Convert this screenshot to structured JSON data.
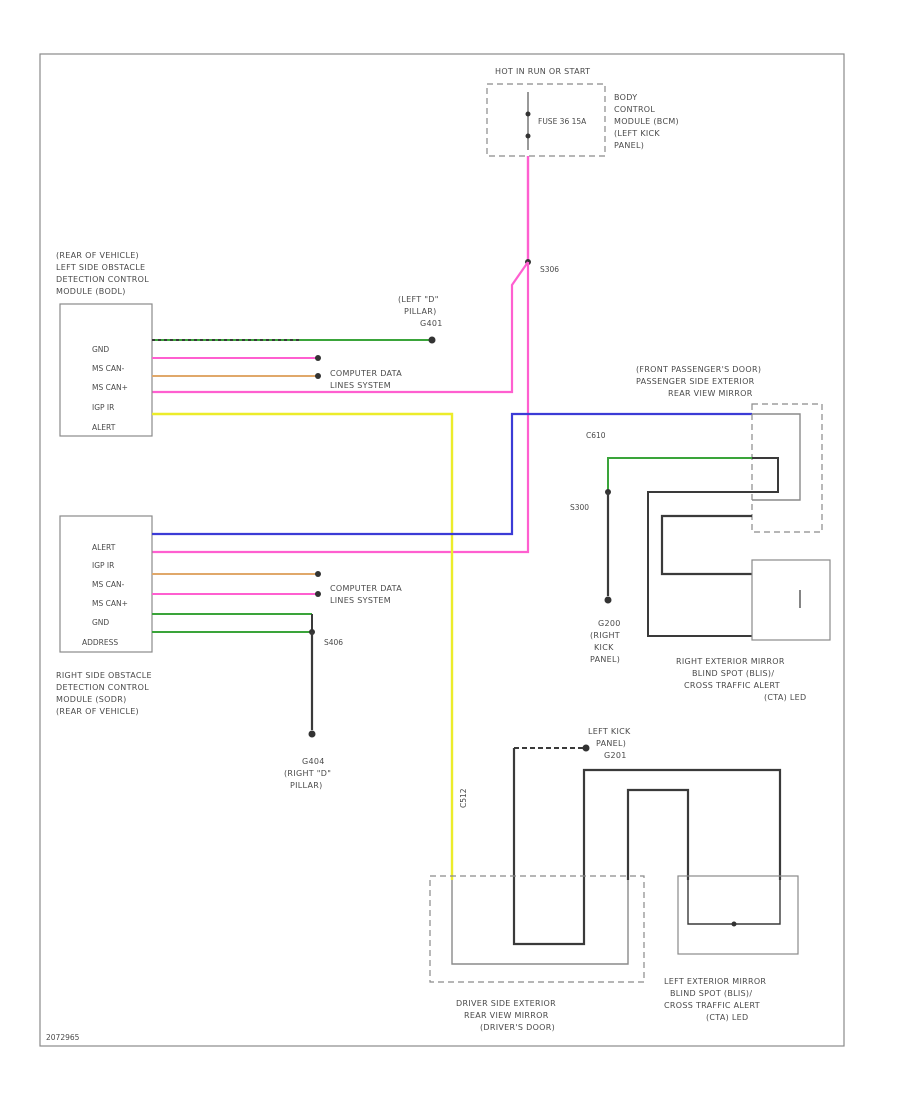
{
  "diagram": {
    "hot_label": "HOT IN RUN OR START",
    "fuse_label": "FUSE 36 15A",
    "bcm_label": [
      "BODY",
      "CONTROL",
      "MODULE (BCM)",
      "(LEFT KICK",
      "PANEL)"
    ],
    "splice_top": "S306",
    "left_module_label": [
      "(REAR OF VEHICLE)",
      "LEFT SIDE OBSTACLE",
      "DETECTION CONTROL",
      "MODULE (BODL)"
    ],
    "left_module_pins": [
      "GND",
      "MS CAN-",
      "MS CAN+",
      "IGP IR",
      "ALERT"
    ],
    "left_pillar_ground": [
      "(LEFT \"D\"",
      "PILLAR)",
      "G401"
    ],
    "computer_data_1": [
      "COMPUTER DATA",
      "LINES SYSTEM"
    ],
    "right_module_pins": [
      "ALERT",
      "IGP IR",
      "MS CAN-",
      "MS CAN+",
      "GND",
      "ADDRESS"
    ],
    "computer_data_2": [
      "COMPUTER DATA",
      "LINES SYSTEM"
    ],
    "right_module_label": [
      "RIGHT SIDE OBSTACLE",
      "DETECTION CONTROL",
      "MODULE (SODR)",
      "(REAR OF VEHICLE)"
    ],
    "splice_s406": "S406",
    "g404_label": [
      "G404",
      "(RIGHT \"D\"",
      "PILLAR)"
    ],
    "pass_mirror_label": [
      "(FRONT PASSENGER'S DOOR)",
      "PASSENGER SIDE EXTERIOR",
      "REAR VIEW MIRROR"
    ],
    "c610": "C610",
    "s300": "S300",
    "g200_label": [
      "G200",
      "(RIGHT",
      "KICK",
      "PANEL)"
    ],
    "right_blis_label": [
      "RIGHT EXTERIOR MIRROR",
      "BLIND SPOT (BLIS)/",
      "CROSS TRAFFIC ALERT",
      "(CTA) LED"
    ],
    "left_kick_ground": [
      "LEFT KICK",
      "PANEL)",
      "G201"
    ],
    "c512": "C512",
    "driver_mirror_label": [
      "DRIVER SIDE EXTERIOR",
      "REAR VIEW MIRROR",
      "(DRIVER'S DOOR)"
    ],
    "left_blis_label": [
      "LEFT EXTERIOR MIRROR",
      "BLIND SPOT (BLIS)/",
      "CROSS TRAFFIC ALERT",
      "(CTA) LED"
    ],
    "figure_id": "2072965"
  },
  "colors": {
    "pink": "#ff5fd0",
    "yellow": "#ecec2a",
    "blue": "#3b3bd6",
    "green": "#3aa43a",
    "black": "#3a3a3a",
    "gray": "#8a8a8a"
  }
}
